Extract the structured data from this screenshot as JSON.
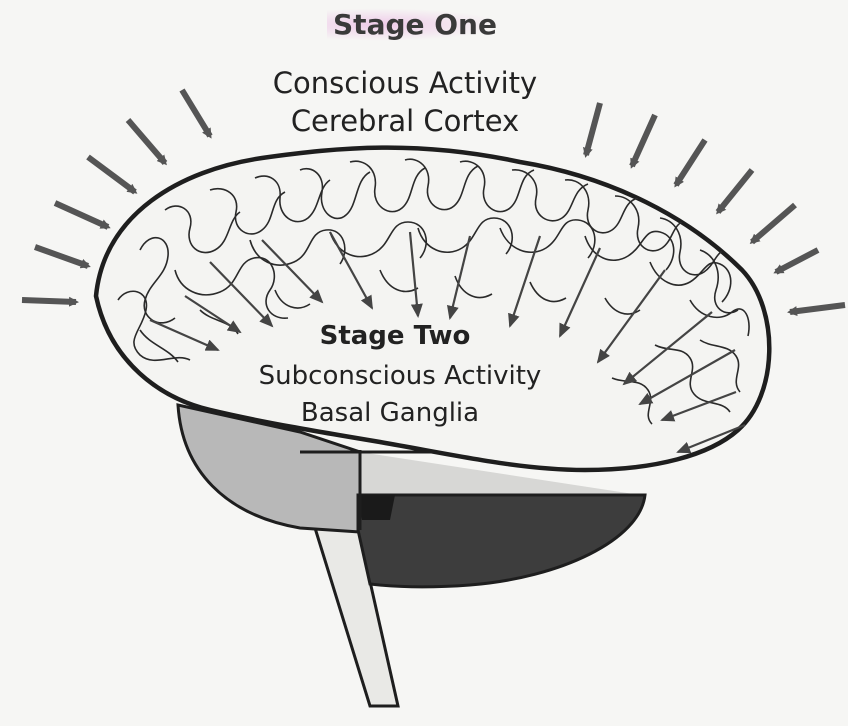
{
  "stage_one": {
    "title": "Stage One",
    "line1": "Conscious Activity",
    "line2": "Cerebral Cortex"
  },
  "stage_two": {
    "title": "Stage Two",
    "line1": "Subconscious Activity",
    "line2": "Basal Ganglia"
  },
  "colors": {
    "outline": "#1e1e1e",
    "arrow": "#555555",
    "cerebellum_light": "#b8b8b8",
    "brainstem_dark": "#3d3d3d",
    "background": "#f6f6f4"
  },
  "icons": {
    "input_arrows": "arrow-icon",
    "inner_arrows": "arrow-icon"
  }
}
